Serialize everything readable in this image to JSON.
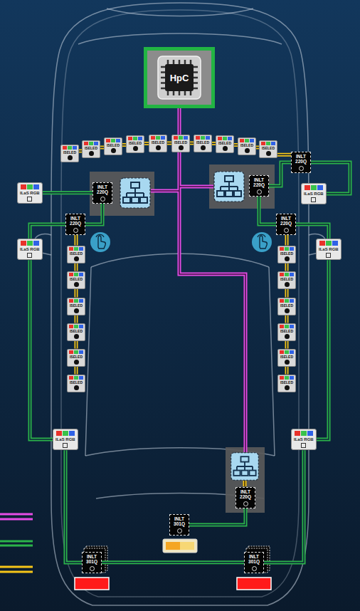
{
  "diagram": {
    "nodes": [
      {
        "text": [
          "HpC"
        ]
      },
      {
        "text": [
          "ISELED"
        ]
      },
      {
        "text": [
          "ISELED"
        ]
      },
      {
        "text": [
          "ISELED"
        ]
      },
      {
        "text": [
          "ISELED"
        ]
      },
      {
        "text": [
          "ISELED"
        ]
      },
      {
        "text": [
          "ISELED"
        ]
      },
      {
        "text": [
          "ISELED"
        ]
      },
      {
        "text": [
          "ISELED"
        ]
      },
      {
        "text": [
          "ISELED"
        ]
      },
      {
        "text": [
          "ISELED"
        ]
      },
      {
        "text": [
          "INLT 220Q"
        ]
      },
      {
        "text": [
          "ILaS RGB"
        ]
      },
      {
        "text": [
          "INLT 220Q"
        ]
      },
      {
        "text": [
          "INLT 220Q"
        ]
      },
      {
        "text": [
          "ILaS RGB"
        ]
      },
      {
        "text": [
          "INLT 220Q"
        ]
      },
      {
        "text": [
          "INLT 220Q"
        ]
      },
      {
        "text": [
          "ILaS RGB"
        ]
      },
      {
        "text": [
          "ILaS RGB"
        ]
      },
      {
        "text": [
          "ISELED"
        ]
      },
      {
        "text": [
          "ISELED"
        ]
      },
      {
        "text": [
          "ISELED"
        ]
      },
      {
        "text": [
          "ISELED"
        ]
      },
      {
        "text": [
          "ISELED"
        ]
      },
      {
        "text": [
          "ISELED"
        ]
      },
      {
        "text": [
          "ISELED"
        ]
      },
      {
        "text": [
          "ISELED"
        ]
      },
      {
        "text": [
          "ISELED"
        ]
      },
      {
        "text": [
          "ISELED"
        ]
      },
      {
        "text": [
          "ISELED"
        ]
      },
      {
        "text": [
          "ISELED"
        ]
      },
      {
        "text": [
          "ILaS RGB"
        ]
      },
      {
        "text": [
          "ILaS RGB"
        ]
      },
      {
        "text": [
          "INLT 220Q"
        ]
      },
      {
        "text": [
          "INLT 301Q"
        ]
      },
      {
        "text": [
          "INLT 301Q"
        ]
      },
      {
        "text": [
          "INLT 301Q"
        ]
      }
    ],
    "edges": [
      {
        "from": 1,
        "to": 2,
        "arrow": "none"
      },
      {
        "from": 2,
        "to": 3,
        "arrow": "none"
      },
      {
        "from": 3,
        "to": 4,
        "arrow": "none"
      },
      {
        "from": 4,
        "to": 5,
        "arrow": "none"
      },
      {
        "from": 5,
        "to": 6,
        "arrow": "none"
      },
      {
        "from": 6,
        "to": 7,
        "arrow": "none"
      },
      {
        "from": 7,
        "to": 8,
        "arrow": "none"
      },
      {
        "from": 8,
        "to": 9,
        "arrow": "none"
      },
      {
        "from": 9,
        "to": 10,
        "arrow": "none"
      },
      {
        "from": 10,
        "to": 11,
        "arrow": "none"
      },
      {
        "from": 11,
        "to": 15,
        "arrow": "none"
      },
      {
        "from": 11,
        "to": 14,
        "arrow": "none"
      },
      {
        "from": 13,
        "to": 12,
        "arrow": "none"
      },
      {
        "from": 13,
        "to": 16,
        "arrow": "none"
      },
      {
        "from": 16,
        "to": 18,
        "arrow": "none"
      },
      {
        "from": 18,
        "to": 32,
        "arrow": "none"
      },
      {
        "from": 32,
        "to": 36,
        "arrow": "none"
      },
      {
        "from": 36,
        "to": 37,
        "arrow": "none"
      },
      {
        "from": 14,
        "to": 17,
        "arrow": "none"
      },
      {
        "from": 17,
        "to": 19,
        "arrow": "none"
      },
      {
        "from": 19,
        "to": 33,
        "arrow": "none"
      },
      {
        "from": 33,
        "to": 37,
        "arrow": "none"
      },
      {
        "from": 34,
        "to": 35,
        "arrow": "none"
      },
      {
        "from": 16,
        "to": 20,
        "arrow": "none"
      },
      {
        "from": 20,
        "to": 21,
        "arrow": "none"
      },
      {
        "from": 21,
        "to": 22,
        "arrow": "none"
      },
      {
        "from": 22,
        "to": 23,
        "arrow": "none"
      },
      {
        "from": 23,
        "to": 24,
        "arrow": "none"
      },
      {
        "from": 24,
        "to": 25,
        "arrow": "none"
      },
      {
        "from": 17,
        "to": 26,
        "arrow": "none"
      },
      {
        "from": 26,
        "to": 27,
        "arrow": "none"
      },
      {
        "from": 27,
        "to": 28,
        "arrow": "none"
      },
      {
        "from": 28,
        "to": 29,
        "arrow": "none"
      },
      {
        "from": 29,
        "to": 30,
        "arrow": "none"
      },
      {
        "from": 30,
        "to": 31,
        "arrow": "none"
      }
    ]
  }
}
